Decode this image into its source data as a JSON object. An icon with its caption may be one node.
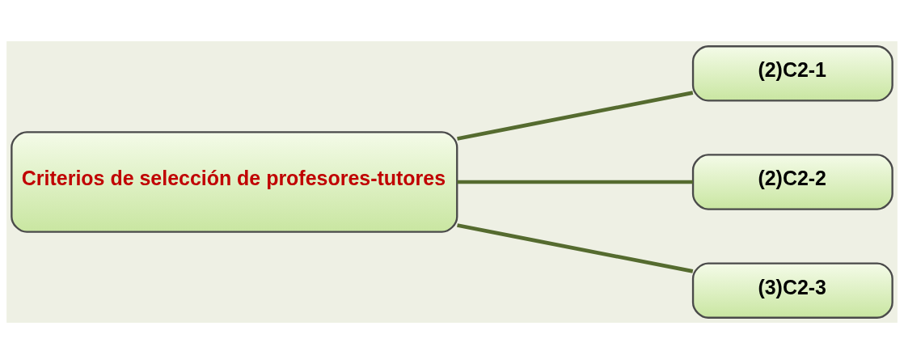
{
  "diagram": {
    "nodes": [
      {
        "text": [
          "Criterios de selección de profesores-tutores"
        ]
      },
      {
        "text": [
          "(2)C2-1"
        ]
      },
      {
        "text": [
          "(2)C2-2"
        ]
      },
      {
        "text": [
          "(3)C2-3"
        ]
      }
    ],
    "edges": [
      {
        "from": 0,
        "to": 1,
        "arrow": "none"
      },
      {
        "from": 0,
        "to": 2,
        "arrow": "none"
      },
      {
        "from": 0,
        "to": 3,
        "arrow": "none"
      }
    ]
  }
}
